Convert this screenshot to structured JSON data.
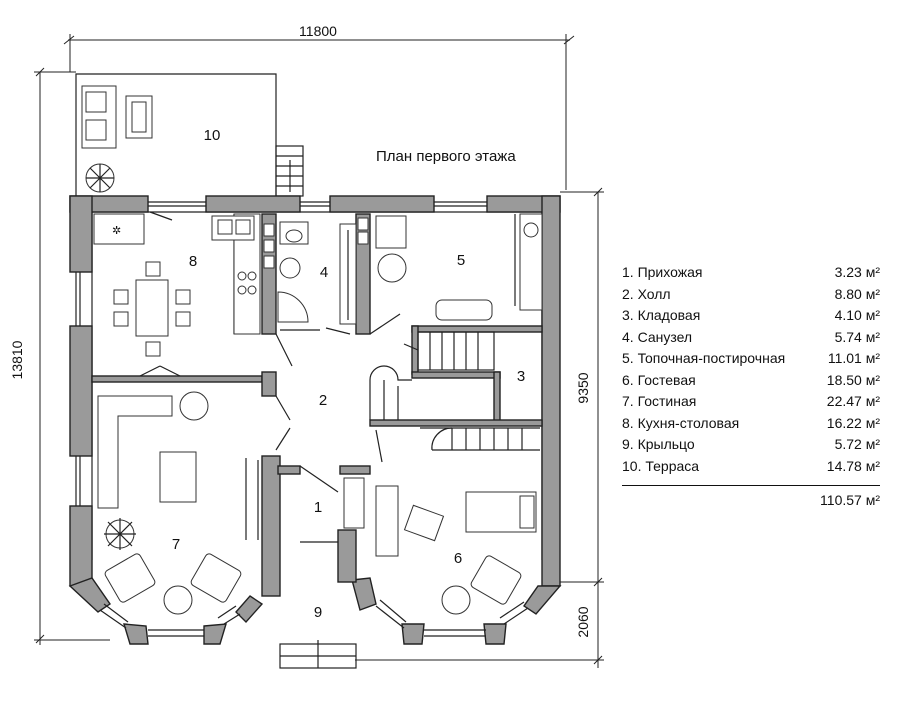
{
  "plan_title": "План первого этажа",
  "dimensions": {
    "overall_width": "11800",
    "overall_depth": "13810",
    "house_depth": "9350",
    "porch_depth": "2060"
  },
  "rooms": [
    {
      "number": "1",
      "name": "Прихожая",
      "area": "3.23 м²"
    },
    {
      "number": "2",
      "name": "Холл",
      "area": "8.80 м²"
    },
    {
      "number": "3",
      "name": "Кладовая",
      "area": "4.10 м²"
    },
    {
      "number": "4",
      "name": "Санузел",
      "area": "5.74 м²"
    },
    {
      "number": "5",
      "name": "Топочная-постирочная",
      "area": "11.01 м²"
    },
    {
      "number": "6",
      "name": "Гостевая",
      "area": "18.50 м²"
    },
    {
      "number": "7",
      "name": "Гостиная",
      "area": "22.47 м²"
    },
    {
      "number": "8",
      "name": "Кухня-столовая",
      "area": "16.22 м²"
    },
    {
      "number": "9",
      "name": "Крыльцо",
      "area": "5.72 м²"
    },
    {
      "number": "10",
      "name": "Терраса",
      "area": "14.78 м²"
    }
  ],
  "legend": [
    {
      "label": "1. Прихожая",
      "area": "3.23 м²"
    },
    {
      "label": "2. Холл",
      "area": "8.80 м²"
    },
    {
      "label": "3. Кладовая",
      "area": "4.10 м²"
    },
    {
      "label": "4. Санузел",
      "area": "5.74 м²"
    },
    {
      "label": "5. Топочная-постирочная",
      "area": "11.01 м²"
    },
    {
      "label": "6. Гостевая",
      "area": "18.50 м²"
    },
    {
      "label": "7. Гостиная",
      "area": "22.47 м²"
    },
    {
      "label": "8. Кухня-столовая",
      "area": "16.22 м²"
    },
    {
      "label": "9. Крыльцо",
      "area": "5.72 м²"
    },
    {
      "label": "10. Терраса",
      "area": "14.78 м²"
    }
  ],
  "total_area": "110.57 м²"
}
